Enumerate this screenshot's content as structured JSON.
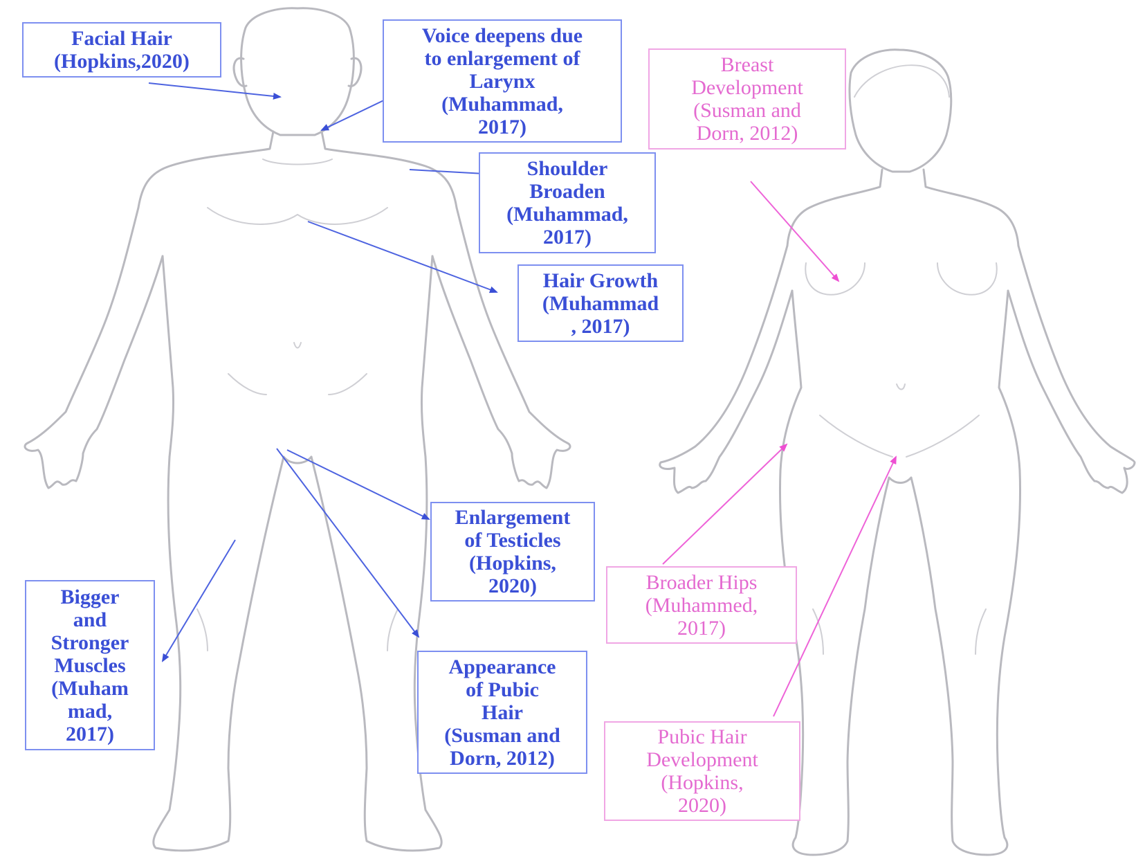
{
  "colors": {
    "male_text": "#3a4fd6",
    "male_border": "#7d8ff0",
    "female_text": "#e46ad0",
    "female_border": "#f0a6e4",
    "body_outline": "#b9b9bf"
  },
  "male_labels": [
    {
      "id": "facial-hair",
      "text": "Facial Hair\n(Hopkins,2020)"
    },
    {
      "id": "voice-deepens",
      "text": "Voice deepens due\nto enlargement of\nLarynx\n(Muhammad,\n2017)"
    },
    {
      "id": "shoulder-broaden",
      "text": "Shoulder\nBroaden\n(Muhammad,\n2017)"
    },
    {
      "id": "hair-growth",
      "text": "Hair Growth\n(Muhammad\n, 2017)"
    },
    {
      "id": "enlargement-testicles",
      "text": "Enlargement\nof Testicles\n(Hopkins,\n2020)"
    },
    {
      "id": "bigger-muscles",
      "text": "Bigger\nand\nStronger\nMuscles\n(Muham\nmad,\n2017)"
    },
    {
      "id": "pubic-hair-male",
      "text": "Appearance\nof Pubic\nHair\n(Susman and\nDorn, 2012)"
    }
  ],
  "female_labels": [
    {
      "id": "breast-development",
      "text": "Breast\nDevelopment\n(Susman and\nDorn, 2012)"
    },
    {
      "id": "broader-hips",
      "text": "Broader Hips\n(Muhammed,\n2017)"
    },
    {
      "id": "pubic-hair-female",
      "text": "Pubic Hair\nDevelopment\n(Hopkins,\n2020)"
    }
  ]
}
